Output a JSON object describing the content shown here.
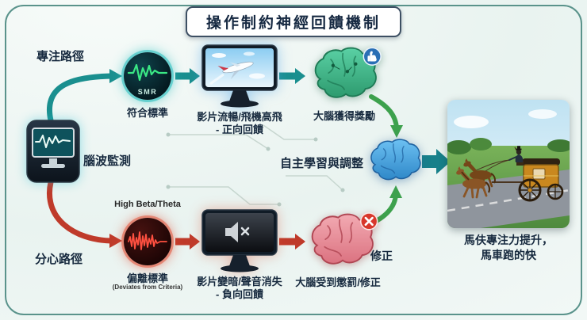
{
  "title": "操作制約神經回饋機制",
  "monitor": {
    "label": "腦波監測"
  },
  "focus_path": {
    "label": "專注路徑",
    "wave_badge": "SMR",
    "wave_caption": "符合標準",
    "video_caption_line1": "影片流暢/飛機高飛",
    "video_caption_line2": "- 正向回饋",
    "brain_caption": "大腦獲得獎勵"
  },
  "distract_path": {
    "label": "分心路徑",
    "wave_title": "High Beta/Theta",
    "wave_caption": "偏離標準",
    "wave_subcaption": "(Deviates from Criteria)",
    "video_caption_line1": "影片變暗/聲音消失",
    "video_caption_line2": "- 負向回饋",
    "brain_caption": "大腦受到懲罰/修正",
    "correction_label": "修正"
  },
  "center": {
    "label": "自主學習與調整"
  },
  "outcome": {
    "caption_line1": "馬伕專注力提升，",
    "caption_line2": "馬車跑的快"
  },
  "colors": {
    "focus_arrow": "#1a8f8f",
    "distract_arrow": "#bf3a2a",
    "feedback_arrow": "#3da14d",
    "reward_brain": "#3fae85",
    "punish_brain": "#e2808b",
    "center_brain": "#4aa3e0"
  }
}
